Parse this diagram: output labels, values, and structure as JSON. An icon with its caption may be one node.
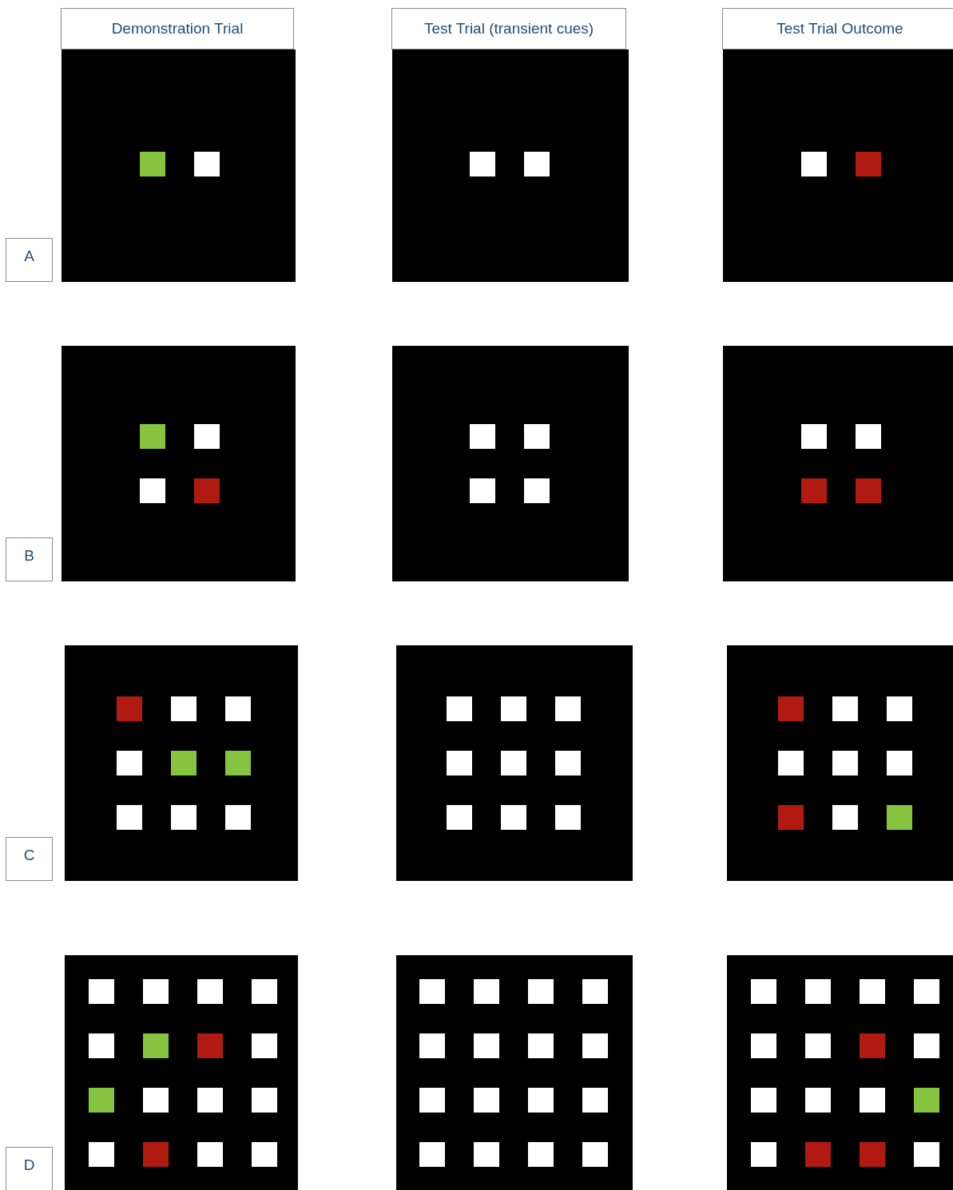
{
  "diagram": {
    "nodes": [
      {
        "text": [
          "Demonstration Trial"
        ]
      },
      {
        "text": [
          "Test Trial (transient cues)"
        ]
      },
      {
        "text": [
          "Test Trial Outcome"
        ]
      },
      {
        "text": [
          "A"
        ]
      },
      {
        "text": [
          "B"
        ]
      },
      {
        "text": [
          "C"
        ]
      },
      {
        "text": [
          "D"
        ]
      }
    ],
    "edges": []
  }
}
